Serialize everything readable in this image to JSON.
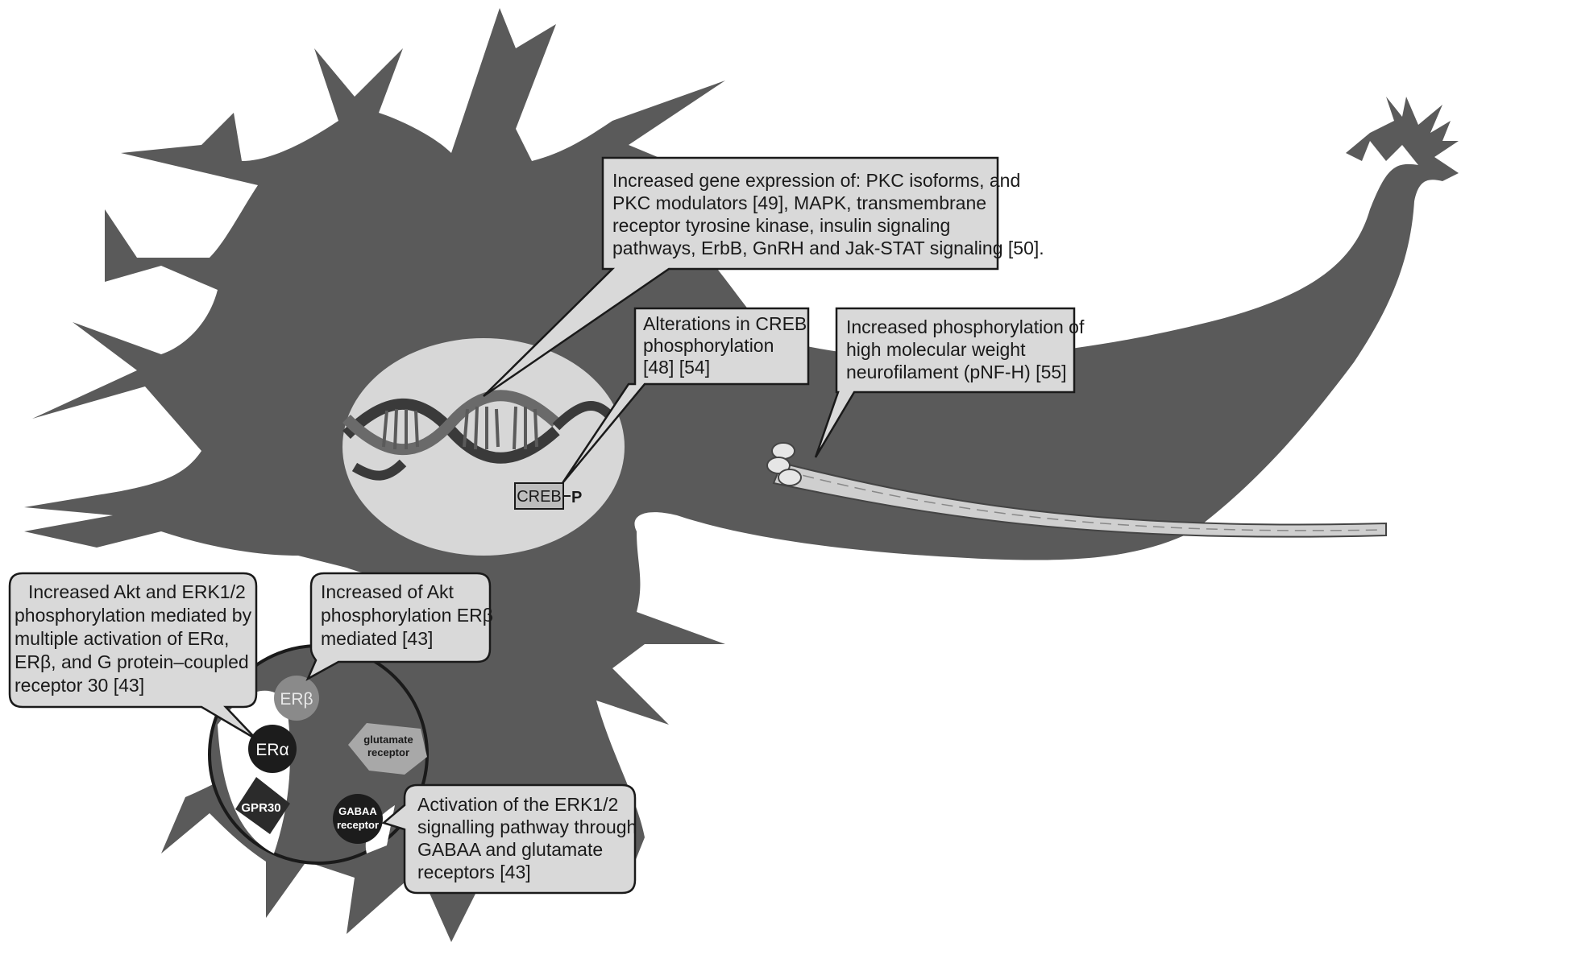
{
  "callouts": {
    "gene_expression": {
      "lines": [
        "Increased gene expression of: PKC isoforms, and",
        "PKC modulators [49], MAPK, transmembrane",
        "receptor tyrosine kinase, insulin signaling",
        "pathways, ErbB, GnRH and Jak-STAT signaling [50]."
      ]
    },
    "creb": {
      "lines": [
        "Alterations in  CREB",
        "phosphorylation",
        "[48] [54]"
      ]
    },
    "pnfh": {
      "lines": [
        "Increased phosphorylation of",
        "high molecular weight",
        "neurofilament (pNF-H) [55]"
      ]
    },
    "akt_erk": {
      "lines": [
        "Increased Akt and ERK1/2",
        "phosphorylation mediated by",
        "multiple activation of ERα,",
        "ERβ, and G protein–coupled",
        "receptor 30 [43]"
      ]
    },
    "akt_erb": {
      "lines": [
        "Increased of Akt",
        "phosphorylation ERβ",
        "mediated [43]"
      ]
    },
    "gaba": {
      "lines": [
        "Activation of the ERK1/2",
        "signalling pathway through",
        "GABAA and glutamate",
        "receptors [43]"
      ]
    }
  },
  "labels": {
    "creb_box": "CREB",
    "phospho": "P",
    "er_beta": "ERβ",
    "er_alpha": "ERα",
    "gpr30": "GPR30",
    "glutamate_line1": "glutamate",
    "glutamate_line2": "receptor",
    "gaba_line1": "GABAA",
    "gaba_line2": "receptor"
  },
  "colors": {
    "neuron": "#5a5a5a",
    "nucleus": "#d7d7d7",
    "callout_fill": "#d9d9d9",
    "receptor_dark": "#1c1c1c",
    "er_beta": "#8a8a8a",
    "glutamate": "#a8a8a8"
  }
}
